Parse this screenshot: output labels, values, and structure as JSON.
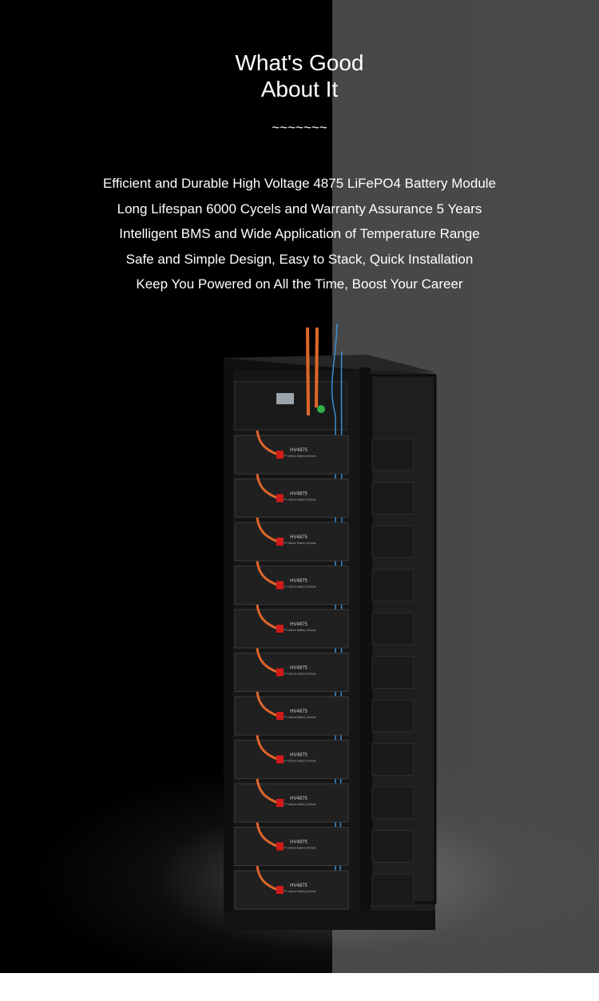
{
  "heading": {
    "line1": "What's Good",
    "line2": "About It"
  },
  "divider": "~~~~~~~",
  "features": [
    "Efficient and Durable High Voltage 4875 LiFePO4 Battery Module",
    "Long Lifespan 6000 Cycels and Warranty Assurance 5 Years",
    "Intelligent BMS and Wide Application of Temperature Range",
    "Safe and Simple Design, Easy to Stack, Quick Installation",
    "Keep You Powered on All the Time, Boost Your Career"
  ],
  "product": {
    "module_label": "HV4875",
    "module_sublabel": "LFP Lithium Battery Module",
    "module_count": 11
  },
  "colors": {
    "cable_orange": "#e0662a",
    "cable_red": "#d11a1a",
    "cable_blue": "#3a8fd6",
    "frame": "#141414"
  }
}
